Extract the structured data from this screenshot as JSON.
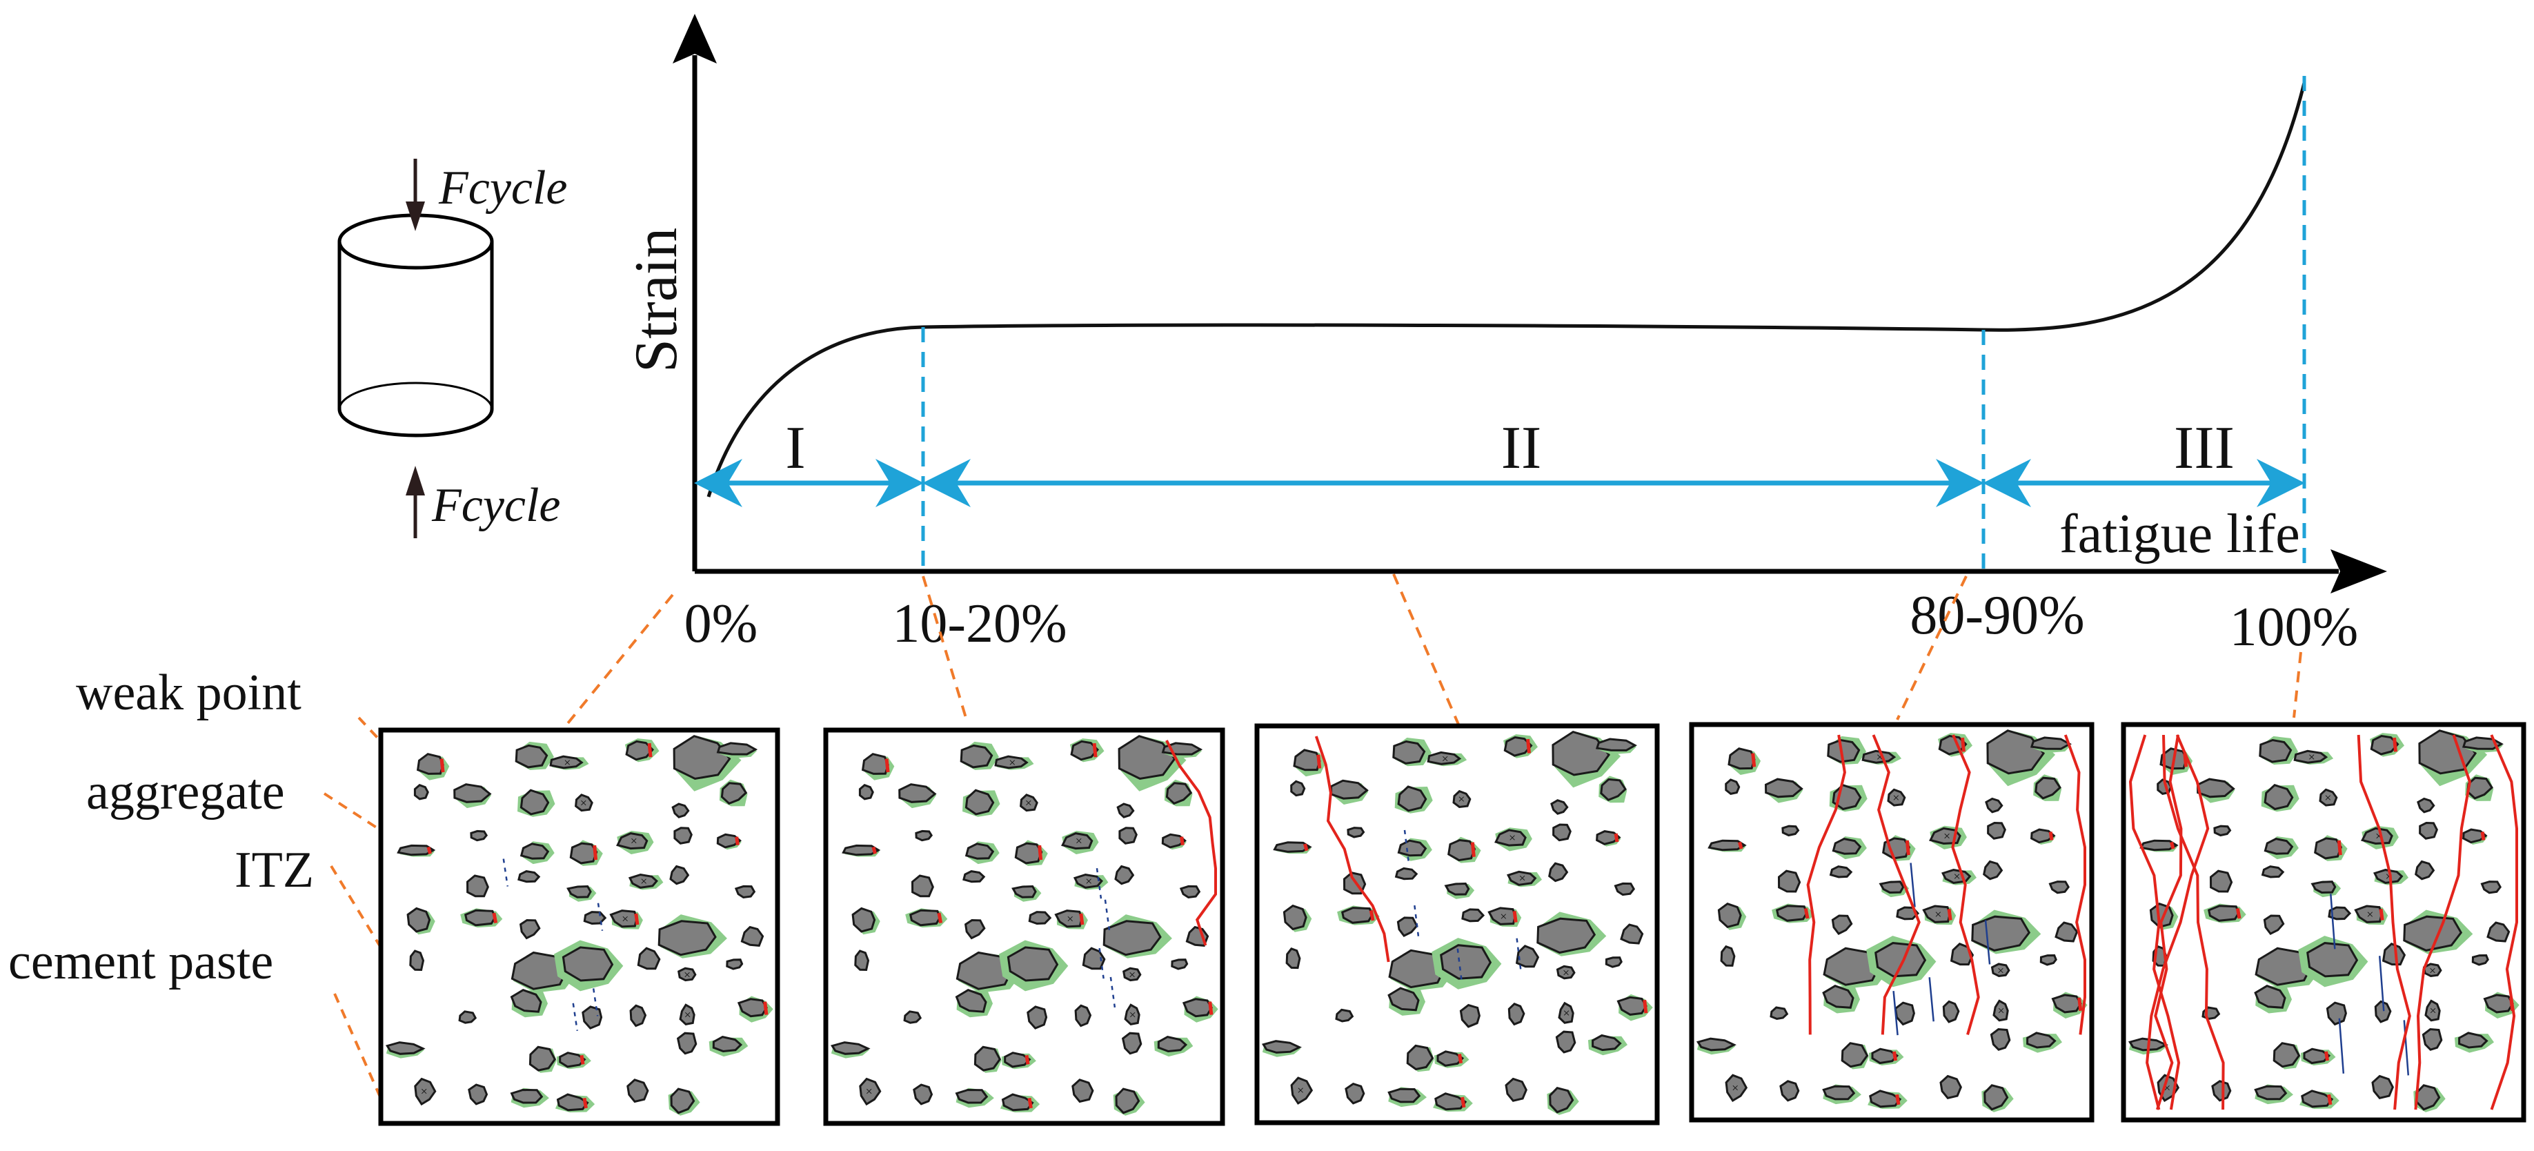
{
  "y_axis_label": "Strain",
  "x_axis_label": "fatigue life",
  "load_label_top": "Fcycle",
  "load_label_bottom": "Fcycle",
  "stages": [
    "I",
    "II",
    "III"
  ],
  "ticks": [
    "0%",
    "10-20%",
    "80-90%",
    "100%"
  ],
  "legend": [
    "weak point",
    "aggregate",
    "ITZ",
    "cement paste"
  ],
  "colors": {
    "axis": "#000000",
    "curve": "#111111",
    "stage_arrow": "#1fa3d8",
    "leader": "#f07a2a",
    "aggregate": "#7f7f7f",
    "itz": "#8ccc8a",
    "crack": "#e3241c",
    "micro_crack": "#1f3f8f",
    "weak_point": "#e8b400"
  },
  "panels": [
    {
      "crack_level": 0
    },
    {
      "crack_level": 0.1
    },
    {
      "crack_level": 0.2
    },
    {
      "crack_level": 0.6
    },
    {
      "crack_level": 1
    }
  ]
}
